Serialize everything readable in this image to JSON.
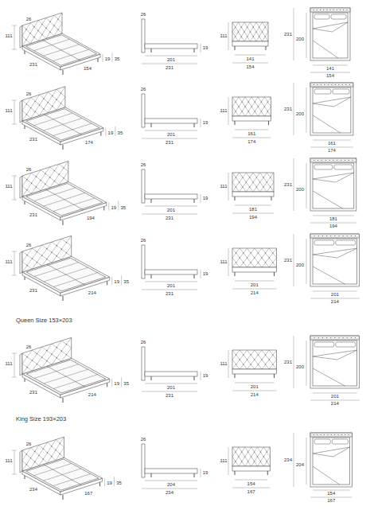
{
  "diagram": {
    "labels": [
      "111",
      "26",
      "231",
      "154",
      "19",
      "35",
      "26",
      "201",
      "231",
      "19",
      "111",
      "141",
      "154",
      "231",
      "200",
      "141",
      "154",
      "111",
      "26",
      "231",
      "174",
      "19",
      "35",
      "26",
      "201",
      "231",
      "19",
      "111",
      "161",
      "174",
      "231",
      "200",
      "161",
      "174",
      "111",
      "26",
      "231",
      "194",
      "19",
      "35",
      "26",
      "201",
      "231",
      "19",
      "111",
      "181",
      "194",
      "231",
      "200",
      "181",
      "194",
      "111",
      "26",
      "231",
      "214",
      "19",
      "35",
      "26",
      "201",
      "231",
      "19",
      "111",
      "201",
      "214",
      "231",
      "200",
      "201",
      "214",
      "Queen Size 153×203",
      "111",
      "26",
      "231",
      "214",
      "19",
      "35",
      "26",
      "201",
      "231",
      "19",
      "111",
      "201",
      "214",
      "231",
      "200",
      "201",
      "214",
      "King Size 193×203",
      "111",
      "26",
      "234",
      "167",
      "19",
      "35",
      "26",
      "204",
      "234",
      "19",
      "111",
      "154",
      "167",
      "234",
      "204",
      "154",
      "167"
    ]
  }
}
